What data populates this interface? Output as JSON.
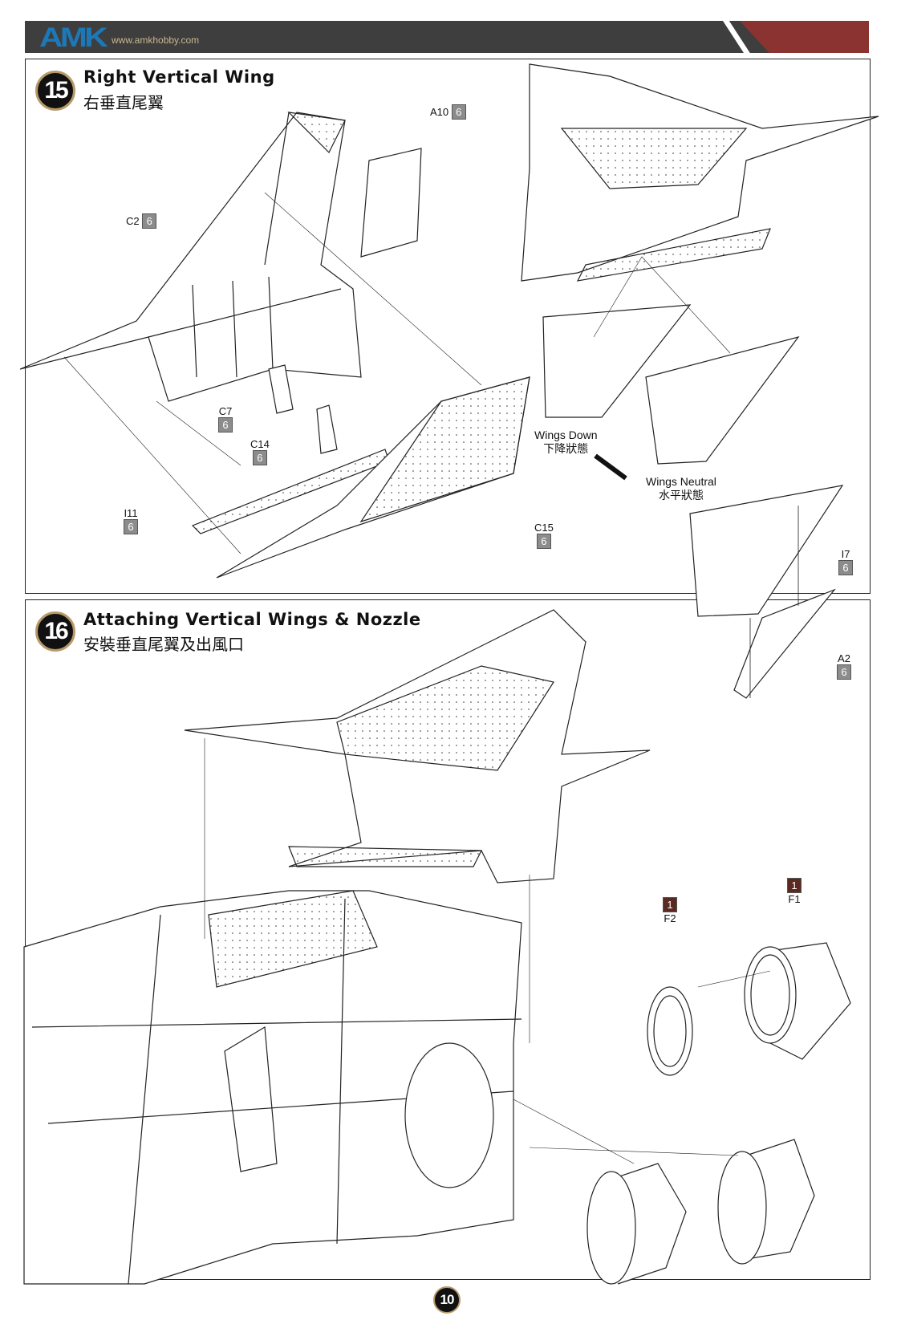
{
  "header": {
    "logo": "AMK",
    "url": "www.amkhobby.com"
  },
  "steps": [
    {
      "number": "15",
      "title": "Right Vertical Wing",
      "subtitle": "右垂直尾翼"
    },
    {
      "number": "16",
      "title": "Attaching Vertical Wings & Nozzle",
      "subtitle": "安裝垂直尾翼及出風口"
    }
  ],
  "parts": {
    "a10": {
      "id": "A10",
      "sprue": "6"
    },
    "c2": {
      "id": "C2",
      "sprue": "6"
    },
    "c7": {
      "id": "C7",
      "sprue": "6"
    },
    "c14": {
      "id": "C14",
      "sprue": "6"
    },
    "i11": {
      "id": "I11",
      "sprue": "6"
    },
    "c15": {
      "id": "C15",
      "sprue": "6"
    },
    "i7": {
      "id": "I7",
      "sprue": "6"
    },
    "a2": {
      "id": "A2",
      "sprue": "6"
    },
    "f2": {
      "id": "F2",
      "sprue": "1"
    },
    "f1": {
      "id": "F1",
      "sprue": "1"
    }
  },
  "notes": {
    "wings_down": {
      "en": "Wings Down",
      "zh": "下降狀態"
    },
    "wings_neutral": {
      "en": "Wings Neutral",
      "zh": "水平狀態"
    }
  },
  "colors": {
    "header": "#3e3e3e",
    "accent": "#8b3330",
    "logo": "#1d78b8",
    "sprue_gray": "#8c8c8c",
    "sprue_brown": "#5a2a20"
  },
  "page_number": "10"
}
